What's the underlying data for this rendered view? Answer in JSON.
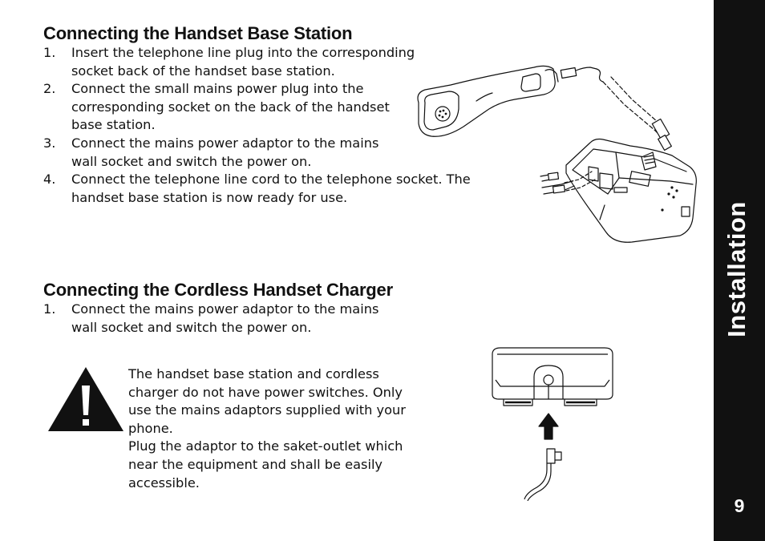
{
  "section1": {
    "title": "Connecting the Handset Base Station",
    "steps": [
      {
        "num": "1.",
        "text": "Insert the telephone line plug into the corresponding socket back of the handset base station."
      },
      {
        "num": "2.",
        "text": "Connect the small mains power plug into the corresponding socket on the back of the handset base station."
      },
      {
        "num": "3.",
        "text": "Connect the mains power adaptor to the mains wall socket and switch the power on."
      },
      {
        "num": "4.",
        "text": "Connect the telephone line cord to the telephone socket. The handset base station is now ready for use."
      }
    ]
  },
  "section2": {
    "title": "Connecting the Cordless Handset Charger",
    "steps": [
      {
        "num": "1.",
        "text": "Connect the mains power adaptor to the mains wall socket and switch the power on."
      }
    ]
  },
  "caution": {
    "text1": "The handset base station and cordless charger do not have power switches. Only use the mains adaptors supplied with your phone.",
    "text2": "Plug the adaptor to the saket-outlet which near the equipment and shall be easily accessible."
  },
  "sidebar": {
    "section_label": "Installation",
    "page_number": "9"
  }
}
